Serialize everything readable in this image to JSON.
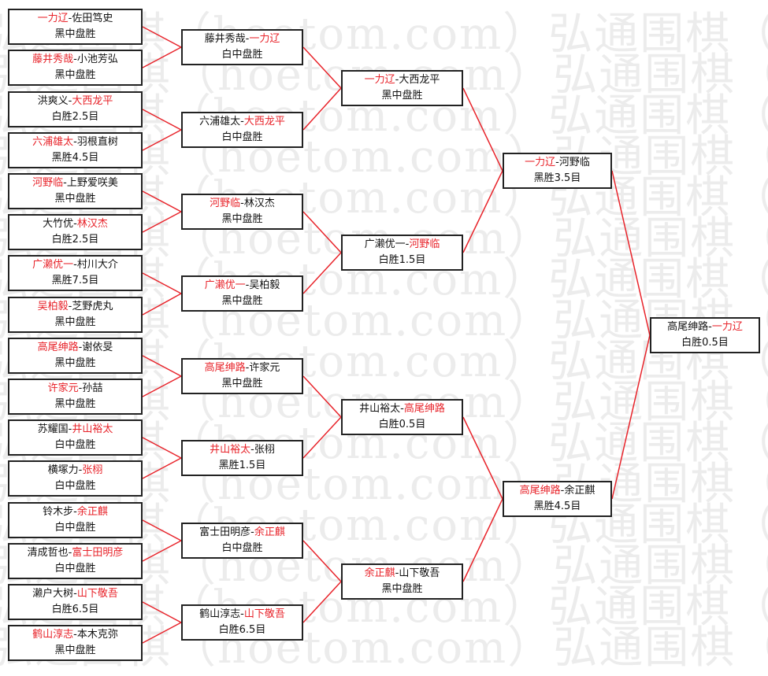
{
  "watermark": "弘通围棋（hoetom.com）弘通围棋（hoetom.com）",
  "rounds": [
    [
      {
        "p1": "一力辽",
        "p2": "佐田笃史",
        "winner": 1,
        "result": "黑中盘胜"
      },
      {
        "p1": "藤井秀哉",
        "p2": "小池芳弘",
        "winner": 1,
        "result": "黑中盘胜"
      },
      {
        "p1": "洪爽义",
        "p2": "大西龙平",
        "winner": 2,
        "result": "白胜2.5目"
      },
      {
        "p1": "六浦雄太",
        "p2": "羽根直树",
        "winner": 1,
        "result": "黑胜4.5目"
      },
      {
        "p1": "河野临",
        "p2": "上野爱咲美",
        "winner": 1,
        "result": "黑中盘胜"
      },
      {
        "p1": "大竹优",
        "p2": "林汉杰",
        "winner": 2,
        "result": "白胜2.5目"
      },
      {
        "p1": "广濑优一",
        "p2": "村川大介",
        "winner": 1,
        "result": "黑胜7.5目"
      },
      {
        "p1": "吴柏毅",
        "p2": "芝野虎丸",
        "winner": 1,
        "result": "黑中盘胜"
      },
      {
        "p1": "高尾绅路",
        "p2": "谢依旻",
        "winner": 1,
        "result": "黑中盘胜"
      },
      {
        "p1": "许家元",
        "p2": "孙喆",
        "winner": 1,
        "result": "黑中盘胜"
      },
      {
        "p1": "苏耀国",
        "p2": "井山裕太",
        "winner": 2,
        "result": "白中盘胜"
      },
      {
        "p1": "横塚力",
        "p2": "张栩",
        "winner": 2,
        "result": "白中盘胜"
      },
      {
        "p1": "铃木步",
        "p2": "余正麒",
        "winner": 2,
        "result": "白中盘胜"
      },
      {
        "p1": "清成哲也",
        "p2": "富士田明彦",
        "winner": 2,
        "result": "白中盘胜"
      },
      {
        "p1": "濑户大树",
        "p2": "山下敬吾",
        "winner": 2,
        "result": "白胜6.5目"
      },
      {
        "p1": "鹤山淳志",
        "p2": "本木克弥",
        "winner": 1,
        "result": "黑中盘胜"
      }
    ],
    [
      {
        "p1": "藤井秀哉",
        "p2": "一力辽",
        "winner": 2,
        "result": "白中盘胜"
      },
      {
        "p1": "六浦雄太",
        "p2": "大西龙平",
        "winner": 2,
        "result": "白中盘胜"
      },
      {
        "p1": "河野临",
        "p2": "林汉杰",
        "winner": 1,
        "result": "黑中盘胜"
      },
      {
        "p1": "广濑优一",
        "p2": "吴柏毅",
        "winner": 1,
        "result": "黑中盘胜"
      },
      {
        "p1": "高尾绅路",
        "p2": "许家元",
        "winner": 1,
        "result": "黑中盘胜"
      },
      {
        "p1": "井山裕太",
        "p2": "张栩",
        "winner": 1,
        "result": "黑胜1.5目"
      },
      {
        "p1": "富士田明彦",
        "p2": "余正麒",
        "winner": 2,
        "result": "白中盘胜"
      },
      {
        "p1": "鹤山淳志",
        "p2": "山下敬吾",
        "winner": 2,
        "result": "白胜6.5目"
      }
    ],
    [
      {
        "p1": "一力辽",
        "p2": "大西龙平",
        "winner": 1,
        "result": "黑中盘胜"
      },
      {
        "p1": "广濑优一",
        "p2": "河野临",
        "winner": 2,
        "result": "白胜1.5目"
      },
      {
        "p1": "井山裕太",
        "p2": "高尾绅路",
        "winner": 2,
        "result": "白胜0.5目"
      },
      {
        "p1": "余正麒",
        "p2": "山下敬吾",
        "winner": 1,
        "result": "黑中盘胜"
      }
    ],
    [
      {
        "p1": "一力辽",
        "p2": "河野临",
        "winner": 1,
        "result": "黑胜3.5目"
      },
      {
        "p1": "高尾绅路",
        "p2": "余正麒",
        "winner": 1,
        "result": "黑胜4.5目"
      }
    ],
    [
      {
        "p1": "高尾绅路",
        "p2": "一力辽",
        "winner": 2,
        "result": "白胜0.5目"
      }
    ]
  ],
  "colors": {
    "winner": "#e8232a",
    "connector": "#e8232a",
    "border": "#222222",
    "text": "#111111"
  }
}
